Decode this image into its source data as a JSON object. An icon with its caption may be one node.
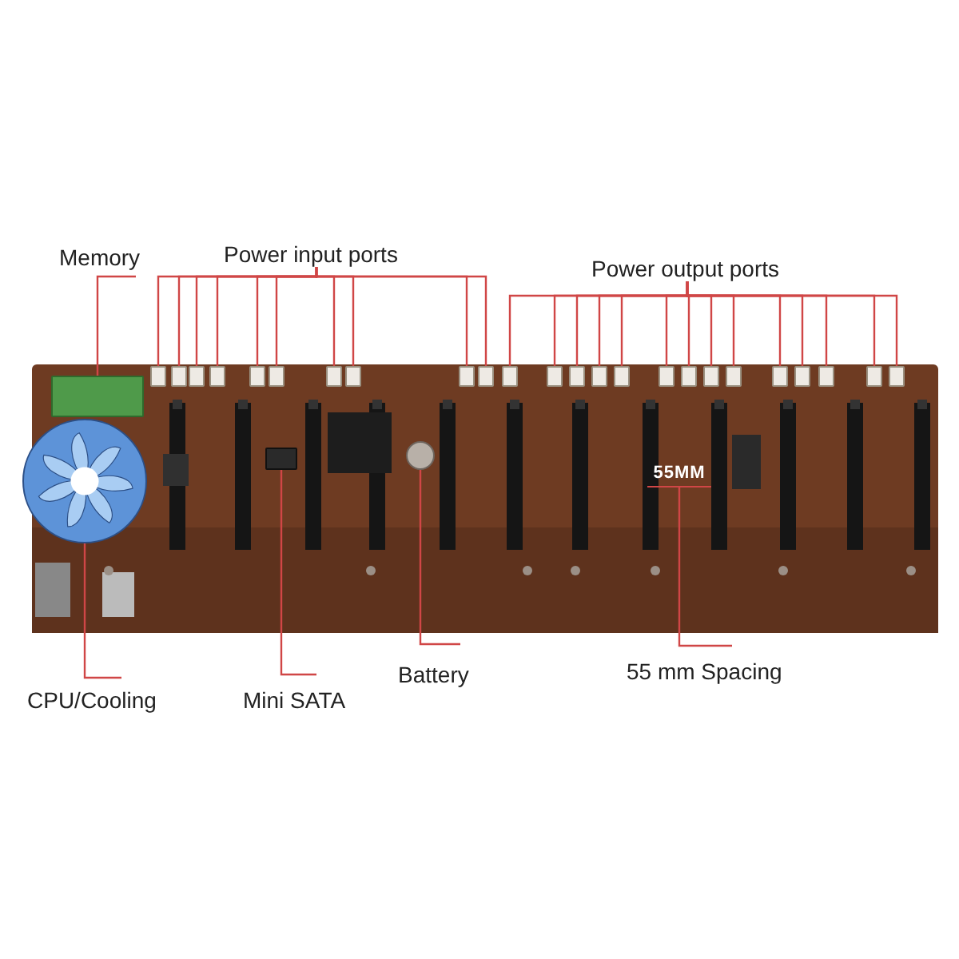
{
  "diagram": {
    "nodes": [
      {
        "text": [
          "Memory"
        ]
      },
      {
        "text": [
          "Power input ports"
        ]
      },
      {
        "text": [
          "Power output ports"
        ]
      },
      {
        "text": [],
        "shape": "box"
      },
      {
        "text": [],
        "shape": "box"
      },
      {
        "text": [],
        "shape": "box"
      },
      {
        "text": [],
        "shape": "box"
      },
      {
        "text": [],
        "shape": "box"
      },
      {
        "text": [],
        "shape": "box"
      },
      {
        "text": [],
        "shape": "box"
      },
      {
        "text": [],
        "shape": "box"
      },
      {
        "text": [],
        "shape": "box"
      },
      {
        "text": [],
        "shape": "box"
      },
      {
        "text": [],
        "shape": "box"
      },
      {
        "text": [],
        "shape": "box"
      },
      {
        "text": [],
        "shape": "box"
      },
      {
        "text": [],
        "shape": "box"
      },
      {
        "text": [],
        "shape": "box"
      },
      {
        "text": [],
        "shape": "box"
      },
      {
        "text": [],
        "shape": "box"
      },
      {
        "text": [],
        "shape": "box"
      },
      {
        "text": [],
        "shape": "box"
      },
      {
        "text": [],
        "shape": "box"
      },
      {
        "text": [],
        "shape": "box"
      },
      {
        "text": [],
        "shape": "box"
      },
      {
        "text": [],
        "shape": "box"
      },
      {
        "text": [],
        "shape": "box"
      },
      {
        "text": [],
        "shape": "box"
      },
      {
        "text": [],
        "shape": "circle"
      },
      {
        "text": [],
        "shape": "box"
      },
      {
        "text": [],
        "shape": "circle"
      },
      {
        "text": [
          "CPU/Cooling"
        ]
      },
      {
        "text": [
          "Mini SATA"
        ]
      },
      {
        "text": [
          "Battery"
        ]
      },
      {
        "text": [
          "55 mm Spacing"
        ]
      },
      {
        "text": [
          "55MM"
        ]
      }
    ],
    "edges": [
      {
        "from": 0,
        "to": 3,
        "arrow": "none"
      },
      {
        "from": 1,
        "to": 4,
        "arrow": "none"
      },
      {
        "from": 1,
        "to": 5,
        "arrow": "none"
      },
      {
        "from": 1,
        "to": 6,
        "arrow": "none"
      },
      {
        "from": 1,
        "to": 7,
        "arrow": "none"
      },
      {
        "from": 1,
        "to": 8,
        "arrow": "none"
      },
      {
        "from": 1,
        "to": 9,
        "arrow": "none"
      },
      {
        "from": 1,
        "to": 10,
        "arrow": "none"
      },
      {
        "from": 1,
        "to": 11,
        "arrow": "none"
      },
      {
        "from": 1,
        "to": 12,
        "arrow": "none"
      },
      {
        "from": 1,
        "to": 13,
        "arrow": "none"
      },
      {
        "from": 2,
        "to": 14,
        "arrow": "none"
      },
      {
        "from": 2,
        "to": 15,
        "arrow": "none"
      },
      {
        "from": 2,
        "to": 16,
        "arrow": "none"
      },
      {
        "from": 2,
        "to": 17,
        "arrow": "none"
      },
      {
        "from": 2,
        "to": 18,
        "arrow": "none"
      },
      {
        "from": 2,
        "to": 19,
        "arrow": "none"
      },
      {
        "from": 2,
        "to": 20,
        "arrow": "none"
      },
      {
        "from": 2,
        "to": 21,
        "arrow": "none"
      },
      {
        "from": 2,
        "to": 22,
        "arrow": "none"
      },
      {
        "from": 2,
        "to": 23,
        "arrow": "none"
      },
      {
        "from": 2,
        "to": 24,
        "arrow": "none"
      },
      {
        "from": 2,
        "to": 25,
        "arrow": "none"
      },
      {
        "from": 2,
        "to": 26,
        "arrow": "none"
      },
      {
        "from": 2,
        "to": 27,
        "arrow": "none"
      },
      {
        "from": 31,
        "to": 28,
        "arrow": "none"
      },
      {
        "from": 32,
        "to": 29,
        "arrow": "none"
      },
      {
        "from": 33,
        "to": 30,
        "arrow": "none"
      },
      {
        "from": 34,
        "to": 35,
        "arrow": "none"
      }
    ]
  }
}
